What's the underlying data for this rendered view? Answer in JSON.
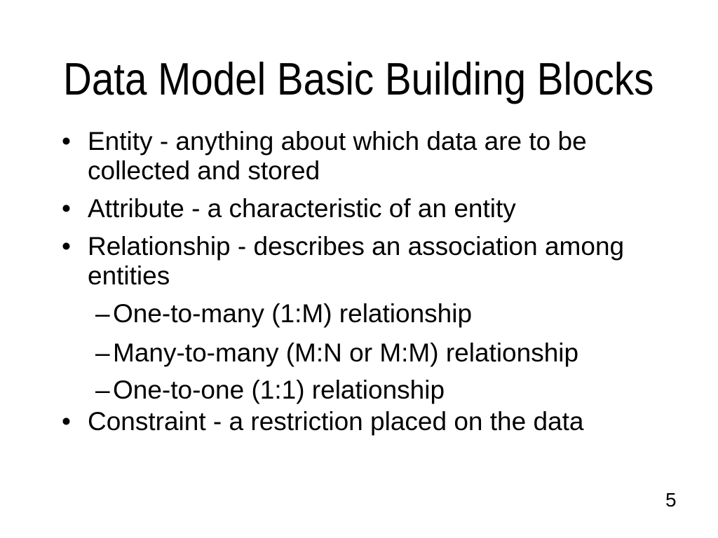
{
  "slide": {
    "title": "Data Model Basic Building Blocks",
    "bullet_char": "•",
    "sub_bullet_char": "–",
    "bullets": [
      {
        "level": 1,
        "text": "Entity - anything about which data are to be collected and stored"
      },
      {
        "level": 1,
        "text": "Attribute - a characteristic of an entity"
      },
      {
        "level": 1,
        "text": "Relationship - describes an association among entities"
      },
      {
        "level": 2,
        "text": "One-to-many (1:M) relationship"
      },
      {
        "level": 2,
        "text": "Many-to-many (M:N or M:M) relationship"
      },
      {
        "level": 2,
        "text": "One-to-one (1:1) relationship"
      },
      {
        "level": 1,
        "text": "Constraint - a restriction placed on the data"
      }
    ],
    "page_number": "5",
    "colors": {
      "background": "#ffffff",
      "text": "#000000"
    }
  }
}
